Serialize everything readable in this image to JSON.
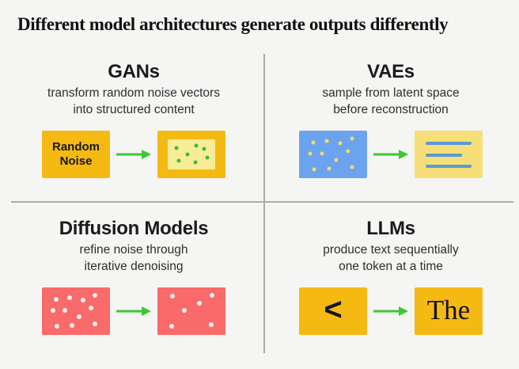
{
  "title": "Different model architectures generate outputs differently",
  "colors": {
    "background": "#F5F5F3",
    "divider_gray": "#ABABAB",
    "arrow_green": "#3CC832",
    "gan_yellow": "#F5B914",
    "gan_inner_yellow": "#F8EC96",
    "gan_dot_green": "#3FBA3F",
    "vae_blue": "#6BA3EE",
    "vae_dot_yellow": "#F6D86C",
    "vae_output_yellow": "#F6DF78",
    "vae_line_blue": "#5B99D6",
    "diffusion_red": "#F96A6A",
    "diffusion_dot_white": "#FBF1F1",
    "llm_yellow": "#F5B914",
    "text_dark": "#1A1A1A"
  },
  "icons": {
    "arrow_right_glyph": "→"
  },
  "quadrants": {
    "gans": {
      "heading": "GANs",
      "sub1": "transform random noise vectors",
      "sub2": "into structured content",
      "input_label1": "Random",
      "input_label2": "Noise"
    },
    "vaes": {
      "heading": "VAEs",
      "sub1": "sample from latent space",
      "sub2": "before reconstruction"
    },
    "diffusion": {
      "heading": "Diffusion Models",
      "sub1": "refine noise through",
      "sub2": "iterative denoising"
    },
    "llms": {
      "heading": "LLMs",
      "sub1": "produce text sequentially",
      "sub2": "one token at a time",
      "input_symbol": "<",
      "output_word": "The"
    }
  },
  "dot_patterns": {
    "noise_scatter": [
      [
        21,
        25
      ],
      [
        41,
        22
      ],
      [
        60,
        26
      ],
      [
        78,
        16
      ],
      [
        16,
        49
      ],
      [
        34,
        48
      ],
      [
        55,
        61
      ],
      [
        72,
        44
      ],
      [
        22,
        81
      ],
      [
        44,
        80
      ],
      [
        78,
        77
      ]
    ],
    "sparse_scatter": [
      [
        22,
        19
      ],
      [
        80,
        16
      ],
      [
        62,
        34
      ],
      [
        40,
        48
      ],
      [
        21,
        82
      ],
      [
        79,
        79
      ]
    ],
    "structured_scatter": [
      [
        18,
        28
      ],
      [
        60,
        21
      ],
      [
        77,
        31
      ],
      [
        42,
        50
      ],
      [
        23,
        71
      ],
      [
        58,
        75
      ],
      [
        84,
        61
      ]
    ]
  }
}
